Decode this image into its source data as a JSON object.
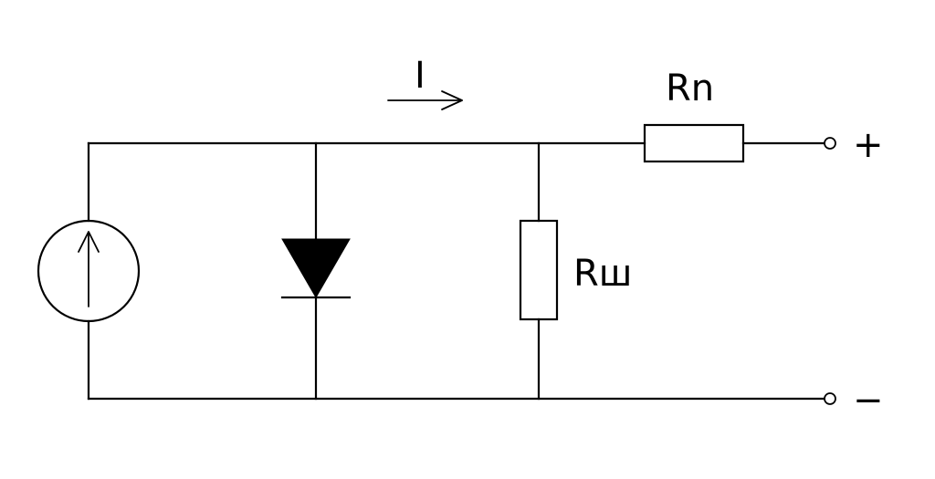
{
  "labels": {
    "current": "I",
    "series_resistor": "Rn",
    "shunt_resistor": "Rш",
    "terminal_positive": "+",
    "terminal_negative": "−"
  }
}
